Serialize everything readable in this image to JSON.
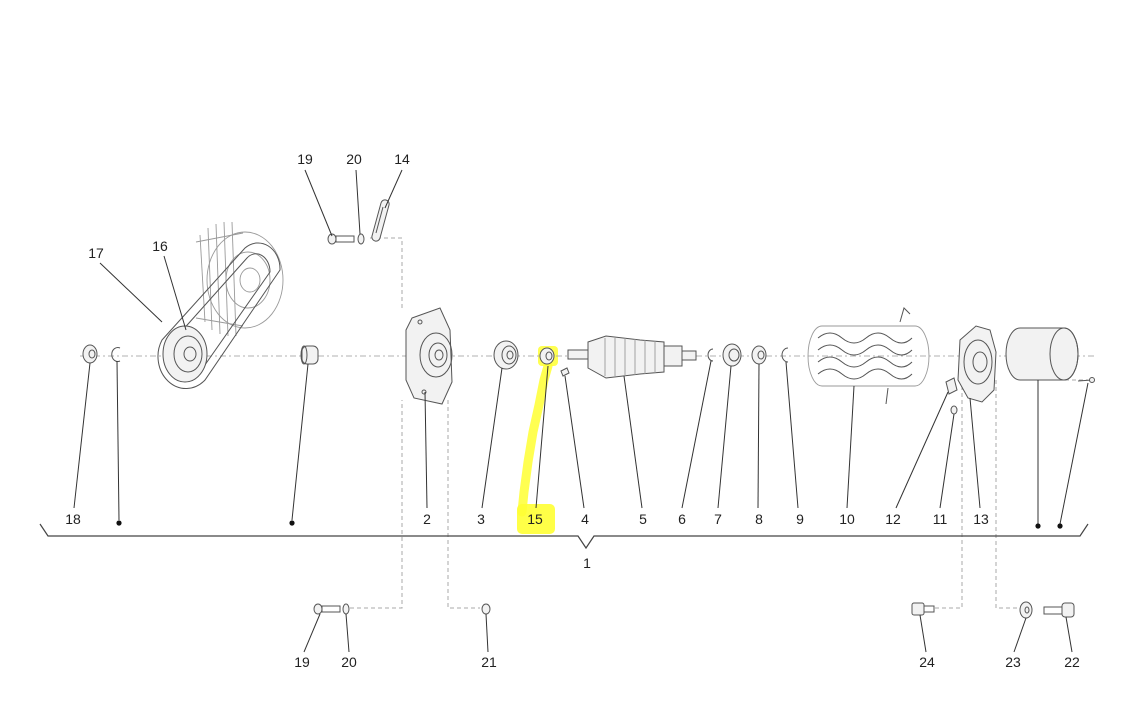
{
  "callouts": {
    "c1": "1",
    "c2": "2",
    "c3": "3",
    "c4": "4",
    "c5": "5",
    "c6": "6",
    "c7": "7",
    "c8": "8",
    "c9": "9",
    "c10": "10",
    "c11": "11",
    "c12": "12",
    "c13": "13",
    "c14": "14",
    "c15": "15",
    "c16": "16",
    "c17": "17",
    "c18": "18",
    "c19_top": "19",
    "c20_top": "20",
    "c19_bottom": "19",
    "c20_bottom": "20",
    "c21": "21",
    "c22": "22",
    "c23": "23",
    "c24": "24"
  },
  "highlight": {
    "part": "15",
    "color": "#ffff33"
  },
  "colors": {
    "line": "#555555",
    "text": "#222222",
    "background": "#ffffff"
  }
}
